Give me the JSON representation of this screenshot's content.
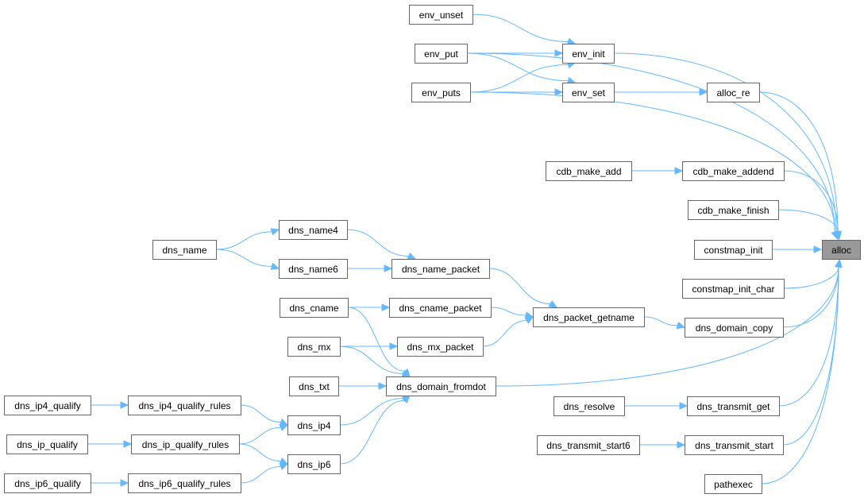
{
  "title": "Caller graph for alloc",
  "colors": {
    "edge": "#63b8ff",
    "node_border": "#666666",
    "root_fill": "#999999",
    "node_fill": "#ffffff"
  },
  "nodes": [
    {
      "id": "alloc",
      "label": "alloc",
      "root": true
    },
    {
      "id": "env_unset",
      "label": "env_unset"
    },
    {
      "id": "env_put",
      "label": "env_put"
    },
    {
      "id": "env_puts",
      "label": "env_puts"
    },
    {
      "id": "env_init",
      "label": "env_init"
    },
    {
      "id": "env_set",
      "label": "env_set"
    },
    {
      "id": "alloc_re",
      "label": "alloc_re"
    },
    {
      "id": "cdb_make_add",
      "label": "cdb_make_add"
    },
    {
      "id": "cdb_make_addend",
      "label": "cdb_make_addend"
    },
    {
      "id": "cdb_make_finish",
      "label": "cdb_make_finish"
    },
    {
      "id": "constmap_init",
      "label": "constmap_init"
    },
    {
      "id": "constmap_init_char",
      "label": "constmap_init_char"
    },
    {
      "id": "dns_name",
      "label": "dns_name"
    },
    {
      "id": "dns_name4",
      "label": "dns_name4"
    },
    {
      "id": "dns_name6",
      "label": "dns_name6"
    },
    {
      "id": "dns_name_packet",
      "label": "dns_name_packet"
    },
    {
      "id": "dns_cname",
      "label": "dns_cname"
    },
    {
      "id": "dns_cname_packet",
      "label": "dns_cname_packet"
    },
    {
      "id": "dns_mx",
      "label": "dns_mx"
    },
    {
      "id": "dns_mx_packet",
      "label": "dns_mx_packet"
    },
    {
      "id": "dns_packet_getname",
      "label": "dns_packet_getname"
    },
    {
      "id": "dns_domain_copy",
      "label": "dns_domain_copy"
    },
    {
      "id": "dns_txt",
      "label": "dns_txt"
    },
    {
      "id": "dns_domain_fromdot",
      "label": "dns_domain_fromdot"
    },
    {
      "id": "dns_ip4_qualify",
      "label": "dns_ip4_qualify"
    },
    {
      "id": "dns_ip4_qualify_rules",
      "label": "dns_ip4_qualify_rules"
    },
    {
      "id": "dns_ip_qualify",
      "label": "dns_ip_qualify"
    },
    {
      "id": "dns_ip_qualify_rules",
      "label": "dns_ip_qualify_rules"
    },
    {
      "id": "dns_ip6_qualify",
      "label": "dns_ip6_qualify"
    },
    {
      "id": "dns_ip6_qualify_rules",
      "label": "dns_ip6_qualify_rules"
    },
    {
      "id": "dns_ip4",
      "label": "dns_ip4"
    },
    {
      "id": "dns_ip6",
      "label": "dns_ip6"
    },
    {
      "id": "dns_resolve",
      "label": "dns_resolve"
    },
    {
      "id": "dns_transmit_get",
      "label": "dns_transmit_get"
    },
    {
      "id": "dns_transmit_start6",
      "label": "dns_transmit_start6"
    },
    {
      "id": "dns_transmit_start",
      "label": "dns_transmit_start"
    },
    {
      "id": "pathexec",
      "label": "pathexec"
    }
  ],
  "edges": [
    {
      "from": "env_unset",
      "to": "env_init"
    },
    {
      "from": "env_put",
      "to": "env_init"
    },
    {
      "from": "env_put",
      "to": "env_set"
    },
    {
      "from": "env_put",
      "to": "alloc"
    },
    {
      "from": "env_puts",
      "to": "env_init"
    },
    {
      "from": "env_puts",
      "to": "env_set"
    },
    {
      "from": "env_puts",
      "to": "alloc"
    },
    {
      "from": "env_init",
      "to": "alloc"
    },
    {
      "from": "env_set",
      "to": "alloc_re"
    },
    {
      "from": "alloc_re",
      "to": "alloc"
    },
    {
      "from": "cdb_make_add",
      "to": "cdb_make_addend"
    },
    {
      "from": "cdb_make_addend",
      "to": "alloc"
    },
    {
      "from": "cdb_make_finish",
      "to": "alloc"
    },
    {
      "from": "constmap_init",
      "to": "alloc"
    },
    {
      "from": "constmap_init_char",
      "to": "alloc"
    },
    {
      "from": "dns_name",
      "to": "dns_name4"
    },
    {
      "from": "dns_name",
      "to": "dns_name6"
    },
    {
      "from": "dns_name4",
      "to": "dns_name_packet"
    },
    {
      "from": "dns_name6",
      "to": "dns_name_packet"
    },
    {
      "from": "dns_name_packet",
      "to": "dns_packet_getname"
    },
    {
      "from": "dns_cname",
      "to": "dns_cname_packet"
    },
    {
      "from": "dns_cname",
      "to": "dns_domain_fromdot"
    },
    {
      "from": "dns_cname_packet",
      "to": "dns_packet_getname"
    },
    {
      "from": "dns_mx",
      "to": "dns_mx_packet"
    },
    {
      "from": "dns_mx",
      "to": "dns_domain_fromdot"
    },
    {
      "from": "dns_mx_packet",
      "to": "dns_packet_getname"
    },
    {
      "from": "dns_packet_getname",
      "to": "dns_domain_copy"
    },
    {
      "from": "dns_domain_copy",
      "to": "alloc"
    },
    {
      "from": "dns_txt",
      "to": "dns_domain_fromdot"
    },
    {
      "from": "dns_domain_fromdot",
      "to": "alloc"
    },
    {
      "from": "dns_ip4_qualify",
      "to": "dns_ip4_qualify_rules"
    },
    {
      "from": "dns_ip4_qualify_rules",
      "to": "dns_ip4"
    },
    {
      "from": "dns_ip_qualify",
      "to": "dns_ip_qualify_rules"
    },
    {
      "from": "dns_ip_qualify_rules",
      "to": "dns_ip4"
    },
    {
      "from": "dns_ip_qualify_rules",
      "to": "dns_ip6"
    },
    {
      "from": "dns_ip6_qualify",
      "to": "dns_ip6_qualify_rules"
    },
    {
      "from": "dns_ip6_qualify_rules",
      "to": "dns_ip6"
    },
    {
      "from": "dns_ip4",
      "to": "dns_domain_fromdot"
    },
    {
      "from": "dns_ip6",
      "to": "dns_domain_fromdot"
    },
    {
      "from": "dns_resolve",
      "to": "dns_transmit_get"
    },
    {
      "from": "dns_transmit_get",
      "to": "alloc"
    },
    {
      "from": "dns_transmit_start6",
      "to": "dns_transmit_start"
    },
    {
      "from": "dns_transmit_start",
      "to": "alloc"
    },
    {
      "from": "pathexec",
      "to": "alloc"
    }
  ]
}
